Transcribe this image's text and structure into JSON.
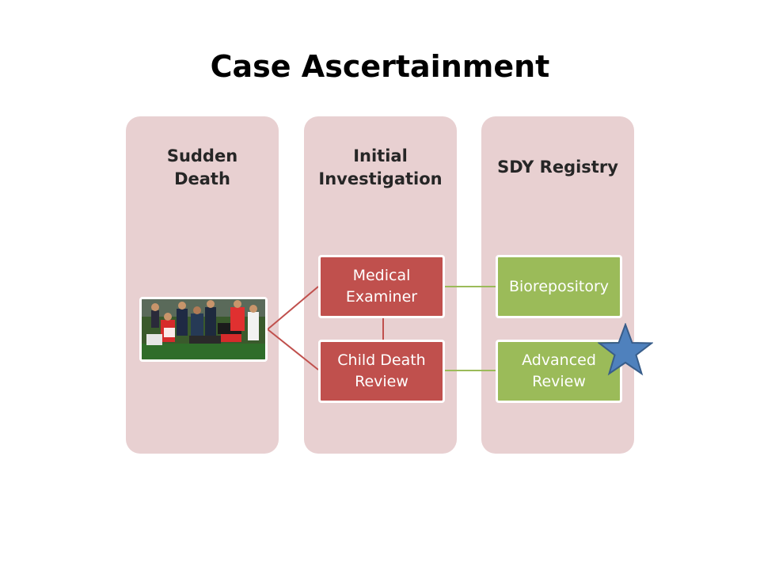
{
  "slide": {
    "title": "Case Ascertainment"
  },
  "columns": [
    {
      "header_line1": "Sudden",
      "header_line2": "Death"
    },
    {
      "header_line1": "Initial",
      "header_line2": "Investigation"
    },
    {
      "header_line1": "SDY Registry",
      "header_line2": ""
    }
  ],
  "nodes": {
    "medical_examiner": {
      "line1": "Medical",
      "line2": "Examiner"
    },
    "child_death_review": {
      "line1": "Child Death",
      "line2": "Review"
    },
    "biorepository": {
      "line1": "Biorepository",
      "line2": ""
    },
    "advanced_review": {
      "line1": "Advanced",
      "line2": "Review"
    }
  },
  "colors": {
    "column_fill": "#e8d0d1",
    "red_node": "#c0504d",
    "green_node": "#9bbb59",
    "star_fill": "#4f81bd"
  },
  "icons": {
    "photo": "soccer-players-photo",
    "star": "star-icon"
  }
}
